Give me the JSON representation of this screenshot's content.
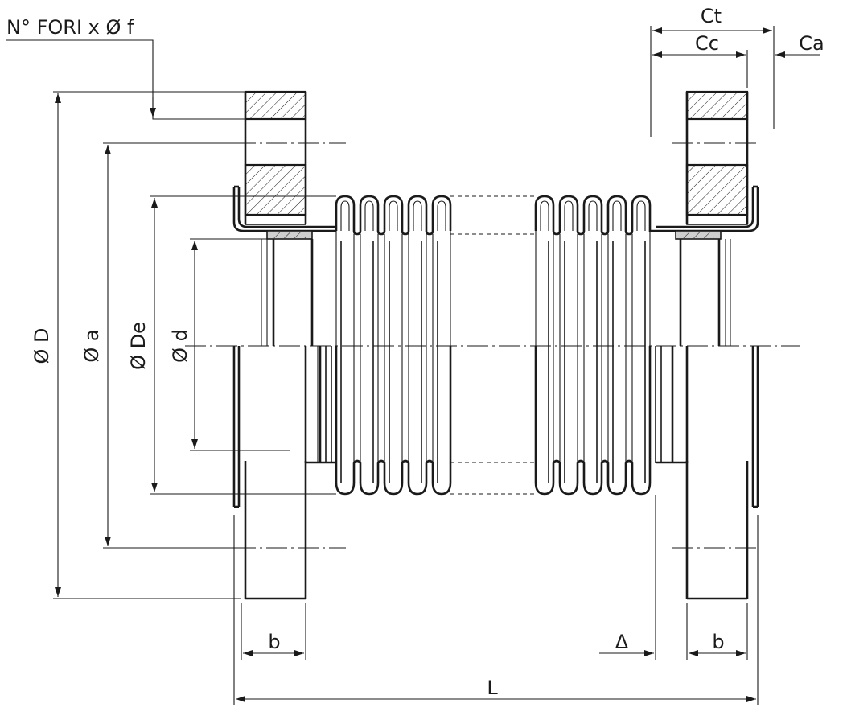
{
  "drawing": {
    "labels": {
      "holes": "N° FORI x Ø f",
      "ct": "Ct",
      "cc": "Cc",
      "ca": "Ca",
      "dia_D": "Ø D",
      "dia_a": "Ø a",
      "dia_De": "Ø De",
      "dia_d": "Ø d",
      "b_left": "b",
      "b_right": "b",
      "delta": "Δ",
      "length": "L"
    }
  }
}
